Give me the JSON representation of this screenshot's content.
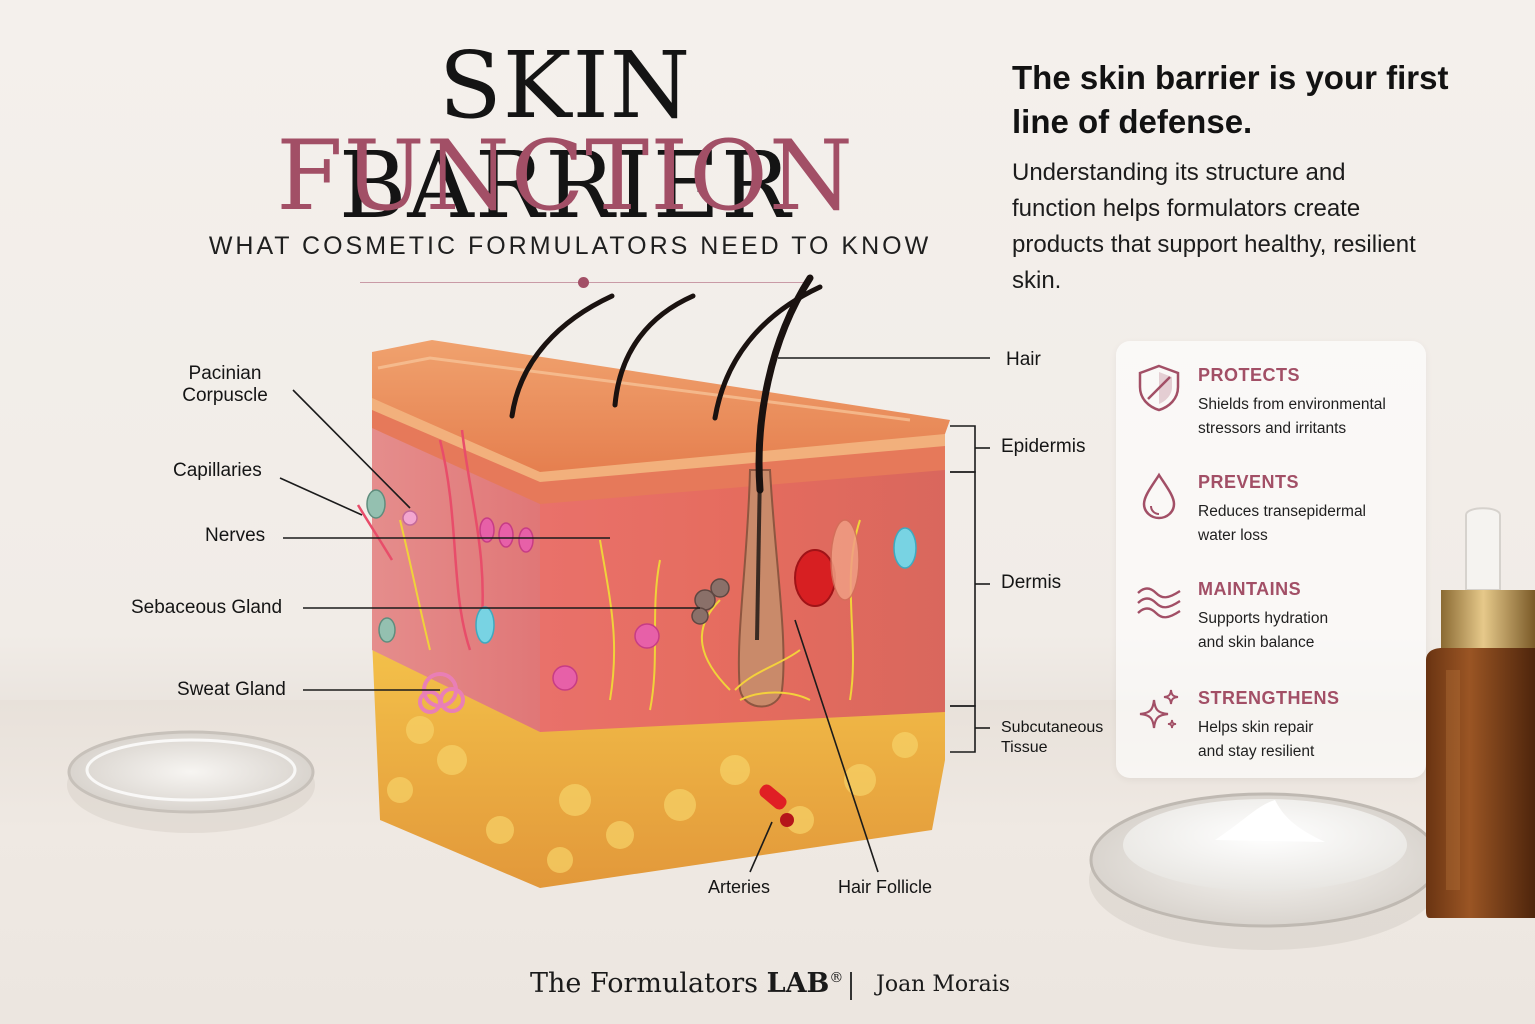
{
  "header": {
    "title_line1": "SKIN BARRIER",
    "title_line2": "FUNCTION",
    "subtitle": "WHAT COSMETIC FORMULATORS NEED TO KNOW"
  },
  "intro": {
    "headline": "The skin barrier is your first line of defense.",
    "body": "Understanding its structure and function helps formulators create products that support healthy, resilient skin."
  },
  "diagram_labels": {
    "left": {
      "pacinian_line1": "Pacinian",
      "pacinian_line2": "Corpuscle",
      "capillaries": "Capillaries",
      "nerves": "Nerves",
      "sebaceous": "Sebaceous Gland",
      "sweat": "Sweat Gland"
    },
    "right": {
      "hair": "Hair",
      "epidermis": "Epidermis",
      "dermis": "Dermis",
      "subcutaneous_line1": "Subcutaneous",
      "subcutaneous_line2": "Tissue"
    },
    "bottom": {
      "arteries": "Arteries",
      "hair_follicle": "Hair Follicle"
    }
  },
  "benefits": [
    {
      "icon": "shield-icon",
      "title": "PROTECTS",
      "line1": "Shields from environmental",
      "line2": "stressors and irritants"
    },
    {
      "icon": "droplet-icon",
      "title": "PREVENTS",
      "line1": "Reduces transepidermal",
      "line2": "water loss"
    },
    {
      "icon": "waves-icon",
      "title": "MAINTAINS",
      "line1": "Supports hydration",
      "line2": "and skin balance"
    },
    {
      "icon": "sparkle-icon",
      "title": "STRENGTHENS",
      "line1": "Helps skin repair",
      "line2": "and stay resilient"
    }
  ],
  "footer": {
    "brand_prefix": "The Formulators",
    "brand_bold": "LAB",
    "brand_mark": "®",
    "author": "Joan Morais"
  },
  "colors": {
    "accent": "#a24f66",
    "title": "#141414",
    "background": "#f3efeb"
  }
}
